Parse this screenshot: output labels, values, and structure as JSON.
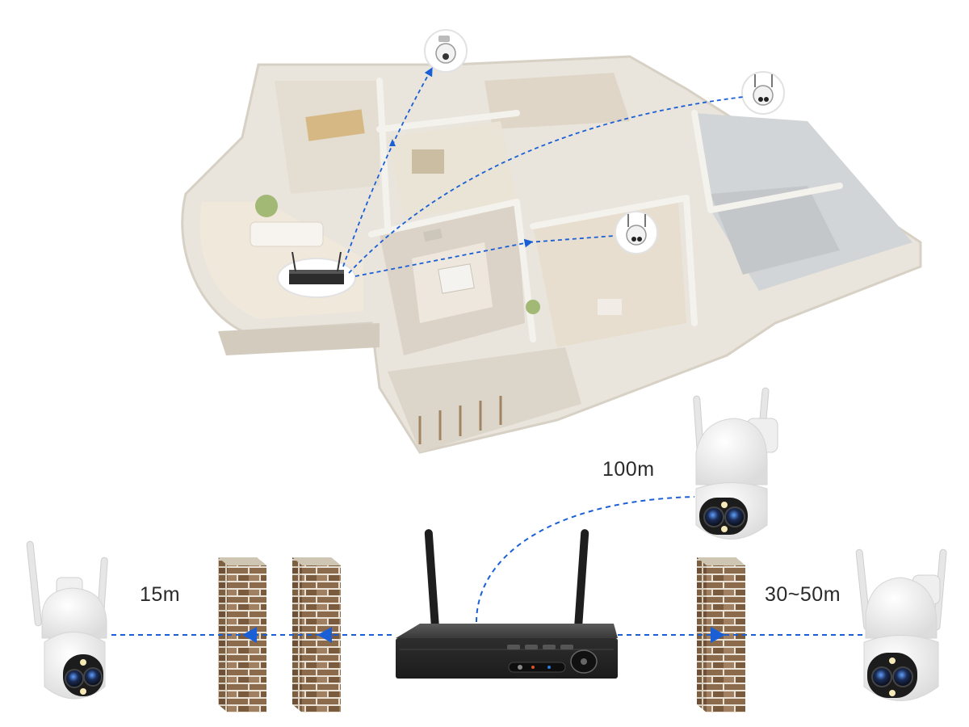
{
  "distances": {
    "left": "15m",
    "top": "100m",
    "right": "30~50m"
  },
  "colors": {
    "background": "#ffffff",
    "signal_line": "#1a5fd6",
    "brick": "#8a6a4a",
    "nvr_body": "#2b2b2b",
    "camera_white": "#f4f4f4"
  },
  "icons": [
    "nvr-recorder-icon",
    "ptz-camera-icon",
    "brick-wall-icon",
    "wifi-antenna-icon",
    "floor-plan-illustration"
  ]
}
